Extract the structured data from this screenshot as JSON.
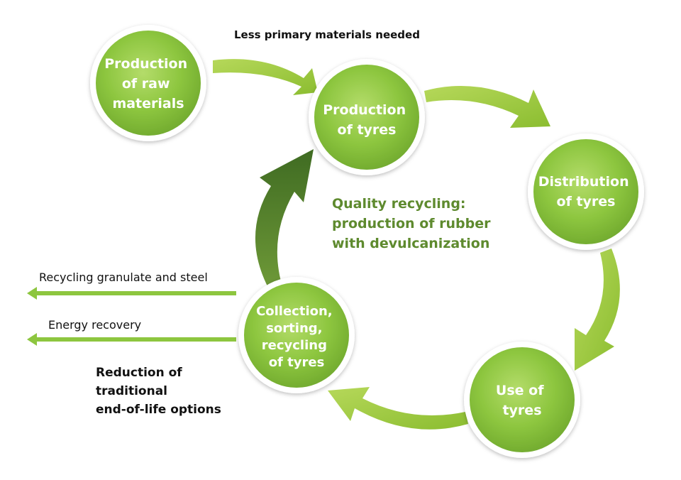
{
  "nodes": {
    "raw_materials": {
      "lines": [
        "Production",
        "of raw",
        "materials"
      ]
    },
    "production_tyres": {
      "lines": [
        "Production",
        "of tyres"
      ]
    },
    "distribution": {
      "lines": [
        "Distribution",
        "of tyres"
      ]
    },
    "use": {
      "lines": [
        "Use of",
        "tyres"
      ]
    },
    "collection": {
      "lines": [
        "Collection,",
        "sorting,",
        "recycling",
        "of tyres"
      ]
    }
  },
  "labels": {
    "less_primary": "Less primary materials needed",
    "quality": [
      "Quality recycling:",
      "production of rubber",
      "with devulcanization"
    ],
    "recycling_granulate": "Recycling granulate and steel",
    "energy_recovery": "Energy recovery",
    "reduction": [
      "Reduction of",
      "traditional",
      "end-of-life options"
    ]
  },
  "colors": {
    "circle_green": "#8dc63f",
    "arrow_light": "#9ccb3b",
    "arrow_dark": "#4d7a2a",
    "text_green": "#5e8a2e"
  }
}
